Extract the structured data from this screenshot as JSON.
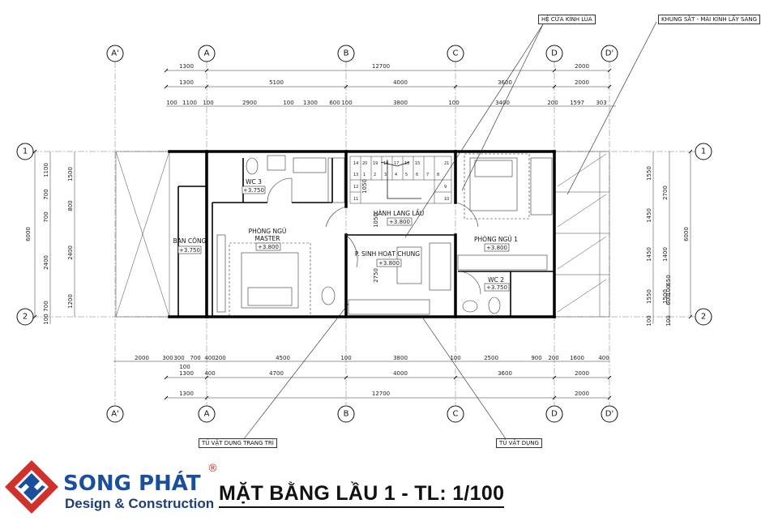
{
  "title": "MẶT BẰNG LẦU 1 - TL: 1/100",
  "brand": {
    "name": "SONG PHÁT",
    "registered": "®",
    "subtitle": "Design & Construction",
    "colors": {
      "primary": "#1a4f9c",
      "accent": "#d0312d"
    }
  },
  "callouts": {
    "fire_glass_door": "HỆ CỬA KÍNH LÙA",
    "steel_frame": "KHUNG SẮT - MÁI KÍNH LẤY SÁNG",
    "display_cabinet": "TỦ VẬT DỤNG TRANG TRÍ",
    "cabinet": "TỦ VẬT DỤNG"
  },
  "grid_labels": {
    "a_prime": "A'",
    "a": "A",
    "b": "B",
    "c": "C",
    "d": "D",
    "d_prime": "D'",
    "row1": "1",
    "row2": "2"
  },
  "rooms": {
    "wc3": {
      "name": "WC 3",
      "level": "+3.750"
    },
    "master": {
      "name": "PHÒNG NGỦ",
      "name2": "MASTER",
      "level": "+3.800"
    },
    "balcony": {
      "name": "BAN CÔNG",
      "level": "+3.750"
    },
    "corridor": {
      "name": "HÀNH LANG LẦU",
      "level": "+3.800"
    },
    "living": {
      "name": "P. SINH HOẠT CHUNG",
      "level": "+3.800"
    },
    "bed1": {
      "name": "PHÒNG NGỦ 1",
      "level": "+3.800"
    },
    "wc2": {
      "name": "WC 2",
      "level": "+3.750"
    }
  },
  "dims_top": {
    "r1": [
      "1300",
      "12700",
      "2000"
    ],
    "r2": [
      "1300",
      "5100",
      "4000",
      "3600",
      "2000"
    ],
    "r3": [
      "100",
      "1100",
      "100",
      "2900",
      "100",
      "1300",
      "600",
      "100",
      "3800",
      "100",
      "3400",
      "200",
      "1597",
      "303"
    ]
  },
  "dims_bottom": {
    "r1": [
      "2000",
      "300",
      "300",
      "700",
      "400",
      "200",
      "4500",
      "100",
      "3800",
      "100",
      "2500",
      "900",
      "200",
      "1600",
      "400"
    ],
    "r1_extra": "100",
    "r2": [
      "1300",
      "400",
      "4700",
      "4000",
      "3600",
      "2000"
    ],
    "r3": [
      "1300",
      "12700",
      "2000"
    ]
  },
  "dims_left": {
    "outer": "6000",
    "mid": [
      "1100",
      "700",
      "700",
      "2400",
      "700",
      "100"
    ],
    "inner": [
      "1500",
      "800",
      "2400",
      "1200"
    ]
  },
  "dims_right": {
    "outer": "6000",
    "inner": [
      "2700",
      "1400",
      "1500"
    ],
    "mid": [
      "1550",
      "1450",
      "1450",
      "650",
      "100",
      "600",
      "1550",
      "100"
    ],
    "extra": "100"
  },
  "stair_steps": [
    "1",
    "2",
    "3",
    "4",
    "5",
    "6",
    "7",
    "8",
    "9",
    "10",
    "11",
    "12",
    "13",
    "14",
    "15",
    "16",
    "17",
    "18",
    "19",
    "20",
    "21"
  ],
  "stair_dims": [
    "1050",
    "1050"
  ],
  "living_dim": "2750"
}
